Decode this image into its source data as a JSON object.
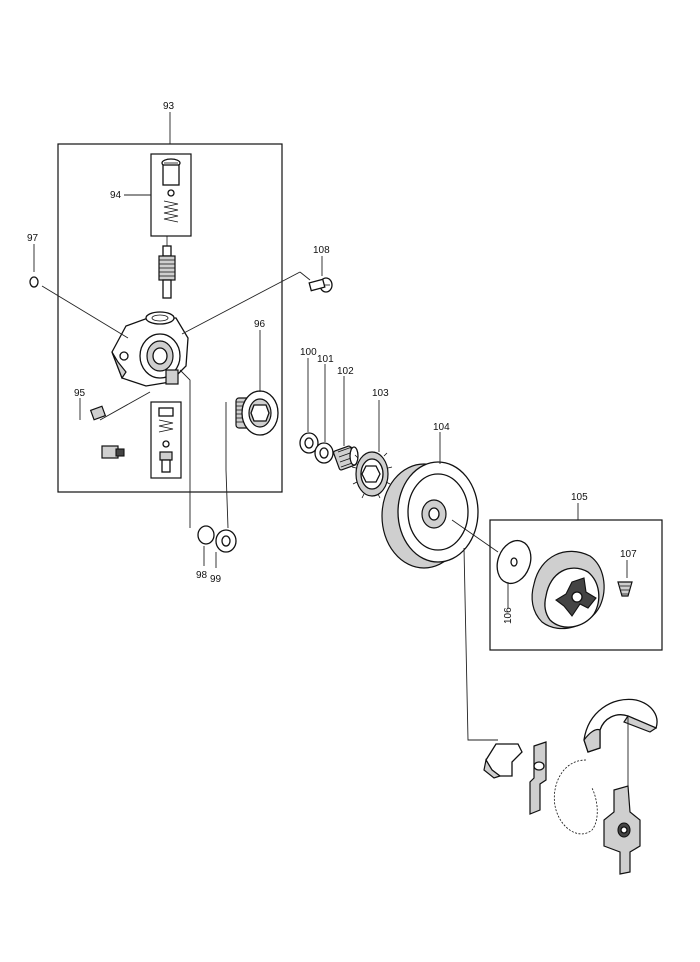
{
  "labels": {
    "p93": "93",
    "p94": "94",
    "p95": "95",
    "p96": "96",
    "p97": "97",
    "p98": "98",
    "p99": "99",
    "p100": "100",
    "p101": "101",
    "p102": "102",
    "p103": "103",
    "p104": "104",
    "p105": "105",
    "p106": "106",
    "p107": "107",
    "p108": "108"
  }
}
